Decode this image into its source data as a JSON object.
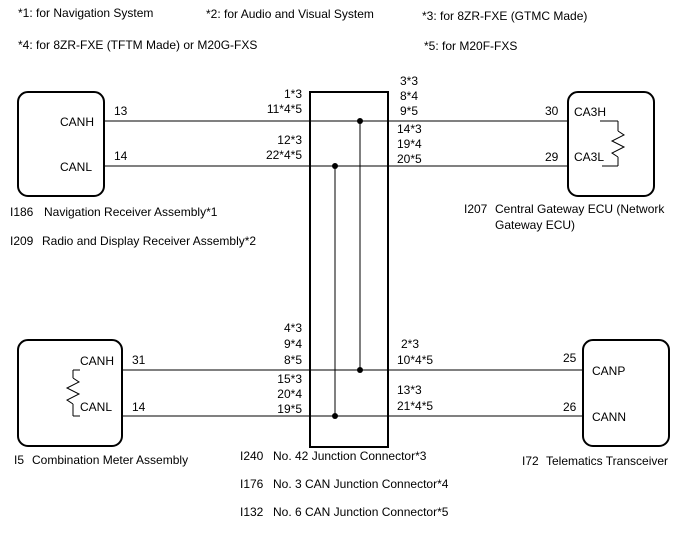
{
  "notes": [
    "*1: for Navigation System",
    "*2: for Audio and Visual System",
    "*3: for 8ZR-FXE (GTMC Made)",
    "*4: for 8ZR-FXE (TFTM Made) or M20G-FXS",
    "*5: for M20F-FXS"
  ],
  "components": {
    "nav": {
      "pins": [
        {
          "pin": "13",
          "label": "CANH"
        },
        {
          "pin": "14",
          "label": "CANL"
        }
      ],
      "captions": [
        {
          "code": "I186",
          "name": "Navigation Receiver Assembly*1"
        },
        {
          "code": "I209",
          "name": "Radio and Display Receiver Assembly*2"
        }
      ]
    },
    "gateway": {
      "pins": [
        {
          "pin": "30",
          "label": "CA3H"
        },
        {
          "pin": "29",
          "label": "CA3L"
        }
      ],
      "captions": [
        {
          "code": "I207",
          "name": "Central Gateway ECU (Network",
          "name2": "Gateway ECU)"
        }
      ]
    },
    "meter": {
      "pins": [
        {
          "pin": "31",
          "label": "CANH"
        },
        {
          "pin": "14",
          "label": "CANL"
        }
      ],
      "captions": [
        {
          "code": "I5",
          "name": "Combination Meter Assembly"
        }
      ]
    },
    "telematics": {
      "pins": [
        {
          "pin": "25",
          "label": "CANP"
        },
        {
          "pin": "26",
          "label": "CANN"
        }
      ],
      "captions": [
        {
          "code": "I72",
          "name": "Telematics Transceiver"
        }
      ]
    },
    "junction": {
      "captions": [
        {
          "code": "I240",
          "name": "No. 42 Junction Connector*3"
        },
        {
          "code": "I176",
          "name": "No. 3 CAN Junction Connector*4"
        },
        {
          "code": "I132",
          "name": "No. 6 CAN Junction Connector*5"
        }
      ],
      "pins": {
        "left_top_h": [
          "1*3",
          "11*4*5"
        ],
        "left_top_l": [
          "12*3",
          "22*4*5"
        ],
        "left_bot_h": [
          "4*3",
          "9*4",
          "8*5"
        ],
        "left_bot_l": [
          "15*3",
          "20*4",
          "19*5"
        ],
        "right_top_h": [
          "3*3",
          "8*4",
          "9*5"
        ],
        "right_top_l": [
          "14*3",
          "19*4",
          "20*5"
        ],
        "right_bot_h": [
          "2*3",
          "10*4*5"
        ],
        "right_bot_l": [
          "13*3",
          "21*4*5"
        ]
      }
    }
  }
}
